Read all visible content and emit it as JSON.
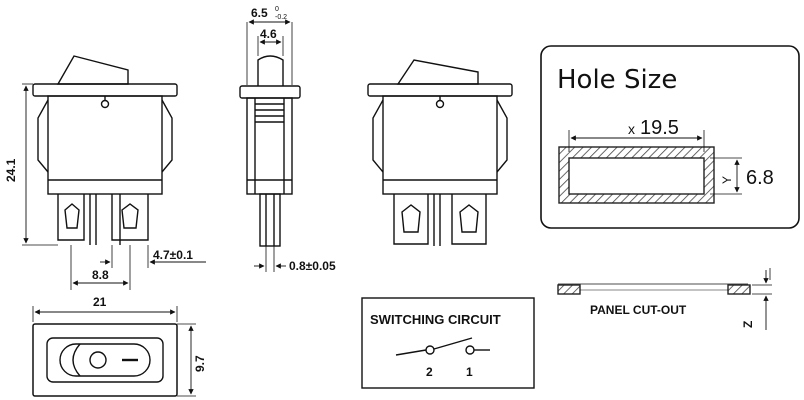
{
  "front_view": {
    "height_label": "24.1",
    "pitch_label": "8.8",
    "terminal_label": "4.7±0.1"
  },
  "side_view": {
    "width_label": "6.5",
    "tol_upper": "0",
    "tol_lower": "-0.2",
    "inner_width_label": "4.6",
    "thickness_label": "0.8±0.05"
  },
  "bottom_view": {
    "width_label": "21",
    "height_label": "9.7"
  },
  "hole_panel": {
    "title": "Hole Size",
    "x_label": "x",
    "x_value": "19.5",
    "y_label": "Y",
    "y_value": "6.8"
  },
  "panel_cutout": {
    "label": "PANEL CUT-OUT",
    "z_label": "Z"
  },
  "circuit": {
    "title": "SWITCHING CIRCUIT",
    "pin_2": "2",
    "pin_1": "1"
  }
}
